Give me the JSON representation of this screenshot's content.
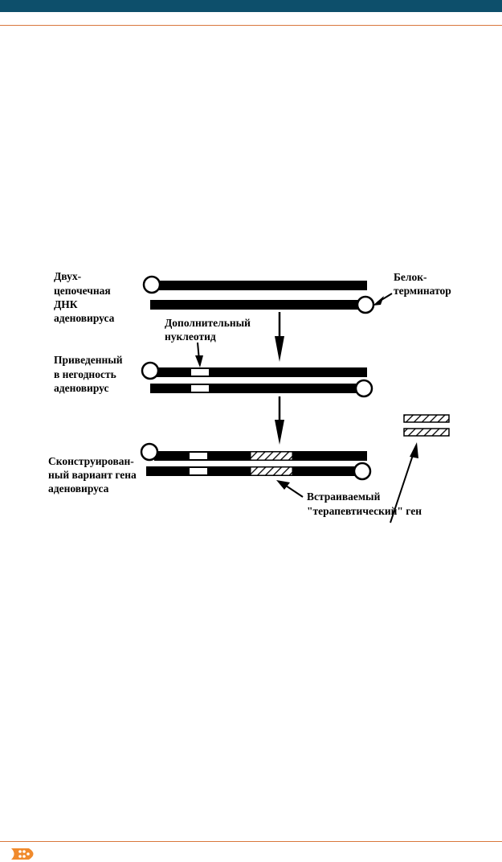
{
  "colors": {
    "header_bar": "#0d4f6b",
    "rule": "#d9773c",
    "logo_orange": "#f08a2c"
  },
  "icons": {
    "logo": "publisher-logo-icon"
  },
  "diagram": {
    "labels": {
      "ds_dna": [
        "Двух-",
        "цепочечная",
        "ДНК",
        "аденовируса"
      ],
      "terminator_protein": [
        "Белок-",
        "терминатор"
      ],
      "extra_nucleotide": [
        "Дополнительный",
        "нуклеотид"
      ],
      "disabled_virus": [
        "Приведенный",
        "в негодность",
        "аденовирус"
      ],
      "constructed_variant": [
        "Сконструирован-",
        "ный вариант гена",
        "аденовируса"
      ],
      "therapeutic_gene": [
        "Встраиваемый",
        "\"терапевтический\" ген"
      ]
    }
  }
}
